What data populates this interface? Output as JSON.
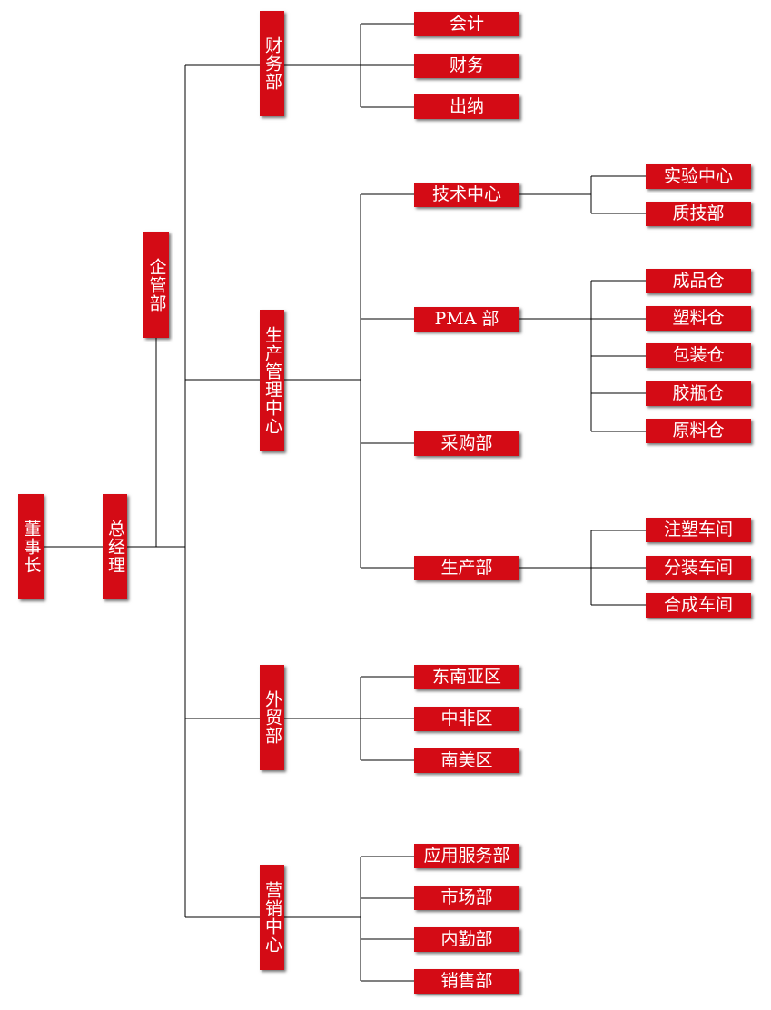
{
  "org_chart": {
    "chairman": "董事长",
    "general_manager": "总经理",
    "enterprise_management": "企管部",
    "finance": {
      "name": "财务部",
      "children": [
        "会计",
        "财务",
        "出纳"
      ]
    },
    "production_center": {
      "name": "生产管理中心",
      "technical_center": {
        "name": "技术中心",
        "children": [
          "实验中心",
          "质技部"
        ]
      },
      "pma": {
        "name": "PMA 部",
        "children": [
          "成品仓",
          "塑料仓",
          "包装仓",
          "胶瓶仓",
          "原料仓"
        ]
      },
      "purchasing": "采购部",
      "production": {
        "name": "生产部",
        "children": [
          "注塑车间",
          "分装车间",
          "合成车间"
        ]
      }
    },
    "foreign_trade": {
      "name": "外贸部",
      "children": [
        "东南亚区",
        "中非区",
        "南美区"
      ]
    },
    "marketing_center": {
      "name": "营销中心",
      "children": [
        "应用服务部",
        "市场部",
        "内勤部",
        "销售部"
      ]
    }
  },
  "colors": {
    "box": "#d40b15",
    "text": "#ffffff",
    "line": "#000000"
  }
}
